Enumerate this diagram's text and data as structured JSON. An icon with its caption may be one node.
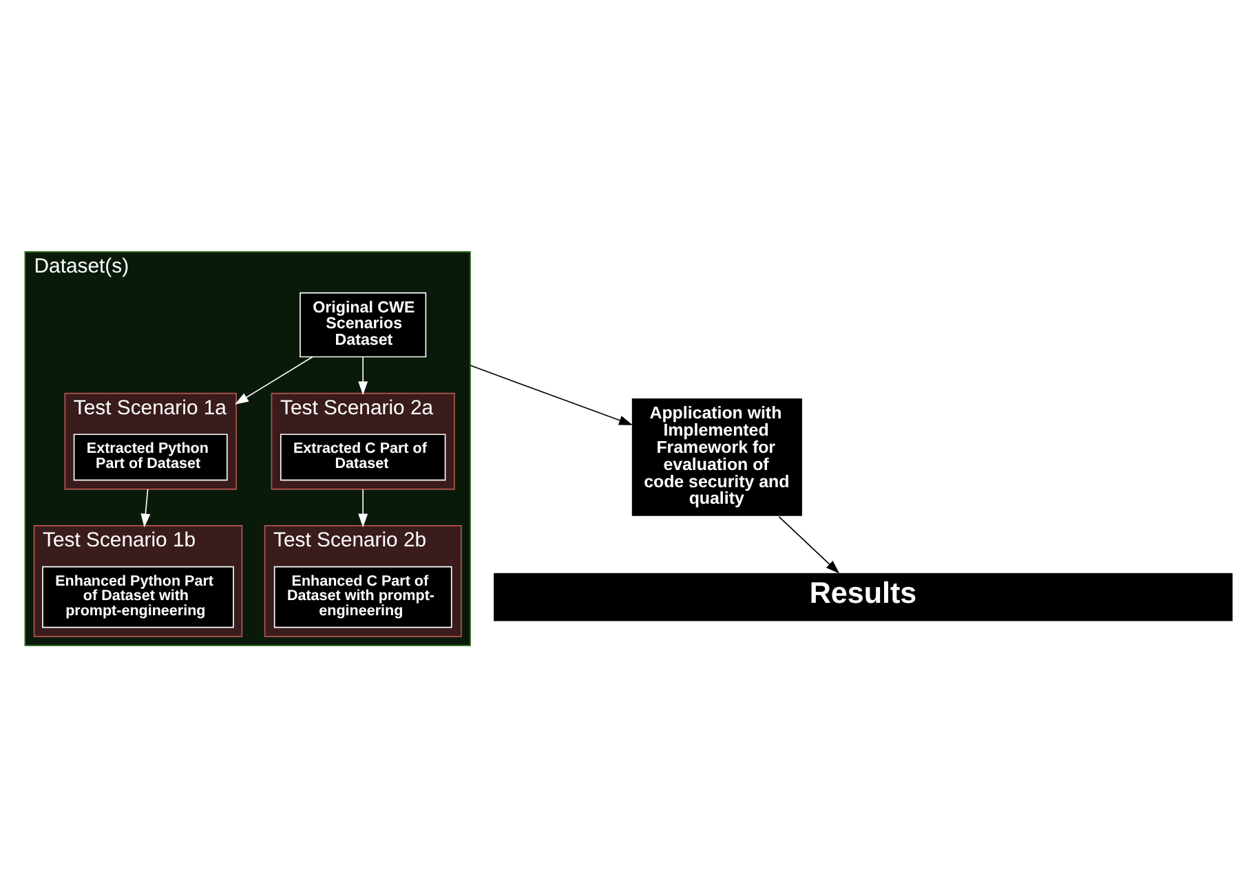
{
  "diagram": {
    "nodes": [
      {
        "text": [
          "Dataset(s)"
        ]
      },
      {
        "text": [
          "Original CWE Scenarios Dataset"
        ],
        "in": 0
      },
      {
        "text": [
          "Test Scenario 1a"
        ],
        "in": 0
      },
      {
        "text": [
          "Extracted Python Part of Dataset"
        ],
        "in": 2
      },
      {
        "text": [
          "Test Scenario 2a"
        ],
        "in": 0
      },
      {
        "text": [
          "Extracted C Part of Dataset"
        ],
        "in": 4
      },
      {
        "text": [
          "Test Scenario 1b"
        ],
        "in": 0
      },
      {
        "text": [
          "Enhanced Python Part of Dataset with prompt-engineering"
        ],
        "in": 6
      },
      {
        "text": [
          "Test Scenario 2b"
        ],
        "in": 0
      },
      {
        "text": [
          "Enhanced C Part of Dataset with prompt-engineering"
        ],
        "in": 8
      },
      {
        "text": [
          "Application with Implemented Framework for evaluation of code security and quality"
        ]
      },
      {
        "text": [
          "Results"
        ]
      }
    ],
    "edges": [
      {
        "from": 1,
        "to": 2,
        "arrow": "to"
      },
      {
        "from": 1,
        "to": 4,
        "arrow": "to"
      },
      {
        "from": 2,
        "to": 6,
        "arrow": "to"
      },
      {
        "from": 4,
        "to": 8,
        "arrow": "to"
      },
      {
        "from": 0,
        "to": 10,
        "arrow": "to",
        "color": "#000000"
      },
      {
        "from": 10,
        "to": 11,
        "arrow": "to",
        "color": "#000000"
      }
    ]
  }
}
